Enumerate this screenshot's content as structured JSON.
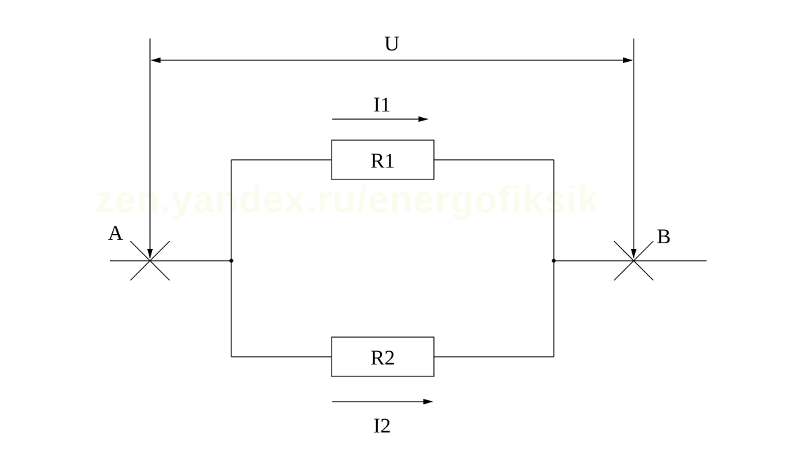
{
  "watermark": "zen.yandex.ru/energofiksik",
  "labels": {
    "voltage": "U",
    "node_a": "A",
    "node_b": "B",
    "current_1": "I1",
    "current_2": "I2",
    "resistor_1": "R1",
    "resistor_2": "R2"
  }
}
